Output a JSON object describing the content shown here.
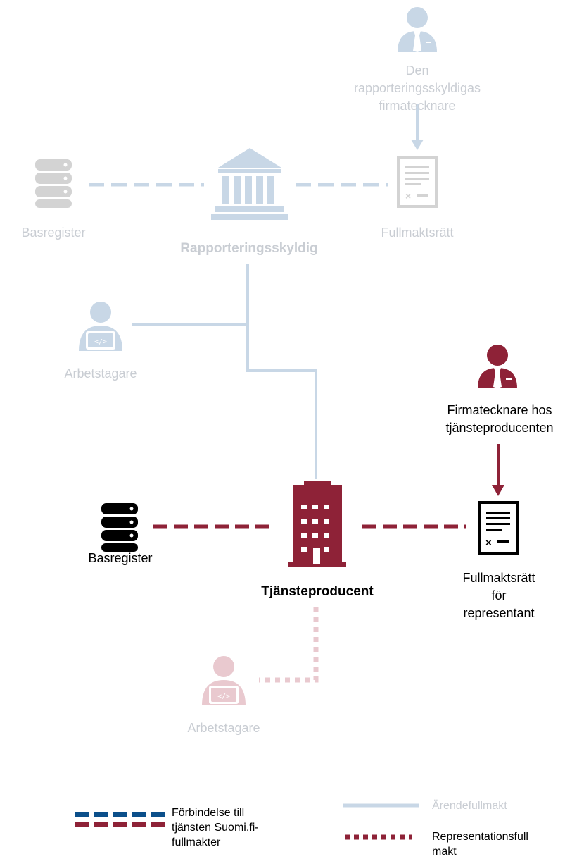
{
  "colors": {
    "light_blue": "#c8d7e6",
    "light_gray": "#d3d3d3",
    "faded_text": "#c9cdd3",
    "dark_red": "#8e2237",
    "pale_red": "#e9c9cf",
    "dark_blue": "#0b4f8a",
    "black": "#000000"
  },
  "top": {
    "signatory_label": "Den rapporteringsskyldigas\nfirmatecknare",
    "basregister_label": "Basregister",
    "rapporteringsskyldig_label": "Rapporteringsskyldig",
    "fullmaktsratt_label": "Fullmaktsrätt",
    "arbetstagare_label": "Arbetstagare"
  },
  "bottom": {
    "signatory_label": "Firmatecknare hos\ntjänsteproducenten",
    "basregister_label": "Basregister",
    "tjansteproducent_label": "Tjänsteproducent",
    "fullmaktsratt_label": "Fullmaktsrätt för\nrepresentant",
    "arbetstagare_label": "Arbetstagare"
  },
  "legend": {
    "connection_label": "Förbindelse till\ntjänsten Suomi.fi-\nfullmakter",
    "arendefullmakt_label": "Ärendefullmakt",
    "representationsfullmakt_label": "Representationsfull\nmakt"
  },
  "icons": {
    "top_signatory": "person-tie-icon",
    "top_database": "database-icon",
    "top_institution": "bank-building-icon",
    "top_document": "document-icon",
    "top_worker": "person-laptop-icon",
    "bottom_signatory": "person-tie-icon",
    "bottom_database": "database-icon",
    "bottom_building": "office-building-icon",
    "bottom_document": "document-icon",
    "bottom_worker": "person-laptop-icon"
  }
}
